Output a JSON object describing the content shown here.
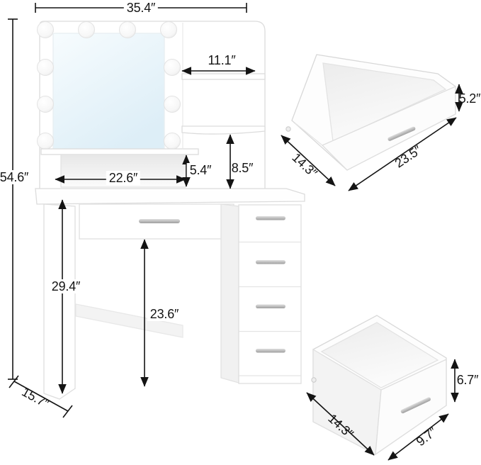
{
  "dims": {
    "overall_width": "35.4″",
    "overall_height": "54.6″",
    "shelf_width": "11.1″",
    "shelf_section_height": "8.5″",
    "cubby_height": "5.4″",
    "cubby_width": "22.6″",
    "desk_height": "29.4″",
    "knee_clearance_height": "23.6″",
    "base_depth": "15.7″",
    "top_drawer": {
      "height": "5.2″",
      "width": "23.5″",
      "depth": "14.3″"
    },
    "bottom_drawer": {
      "height": "6.7″",
      "width": "9.7″",
      "depth": "14.3″"
    }
  }
}
